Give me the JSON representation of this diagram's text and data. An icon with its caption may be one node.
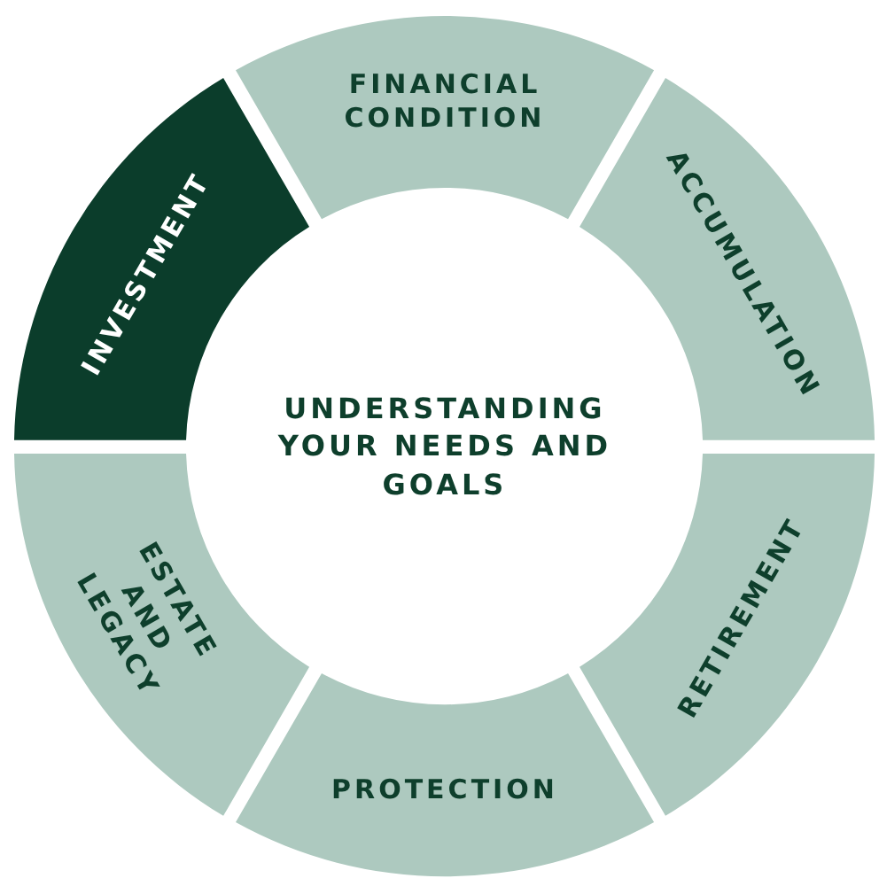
{
  "diagram": {
    "nodes": [
      {
        "text": [
          "UNDERSTANDING YOUR NEEDS AND GOALS"
        ]
      },
      {
        "text": [
          "FINANCIAL CONDITION"
        ]
      },
      {
        "text": [
          "ACCUMULATION"
        ]
      },
      {
        "text": [
          "RETIREMENT"
        ]
      },
      {
        "text": [
          "PROTECTION"
        ]
      },
      {
        "text": [
          "ESTATE AND LEGACY"
        ]
      },
      {
        "text": [
          "INVESTMENT"
        ]
      }
    ]
  }
}
